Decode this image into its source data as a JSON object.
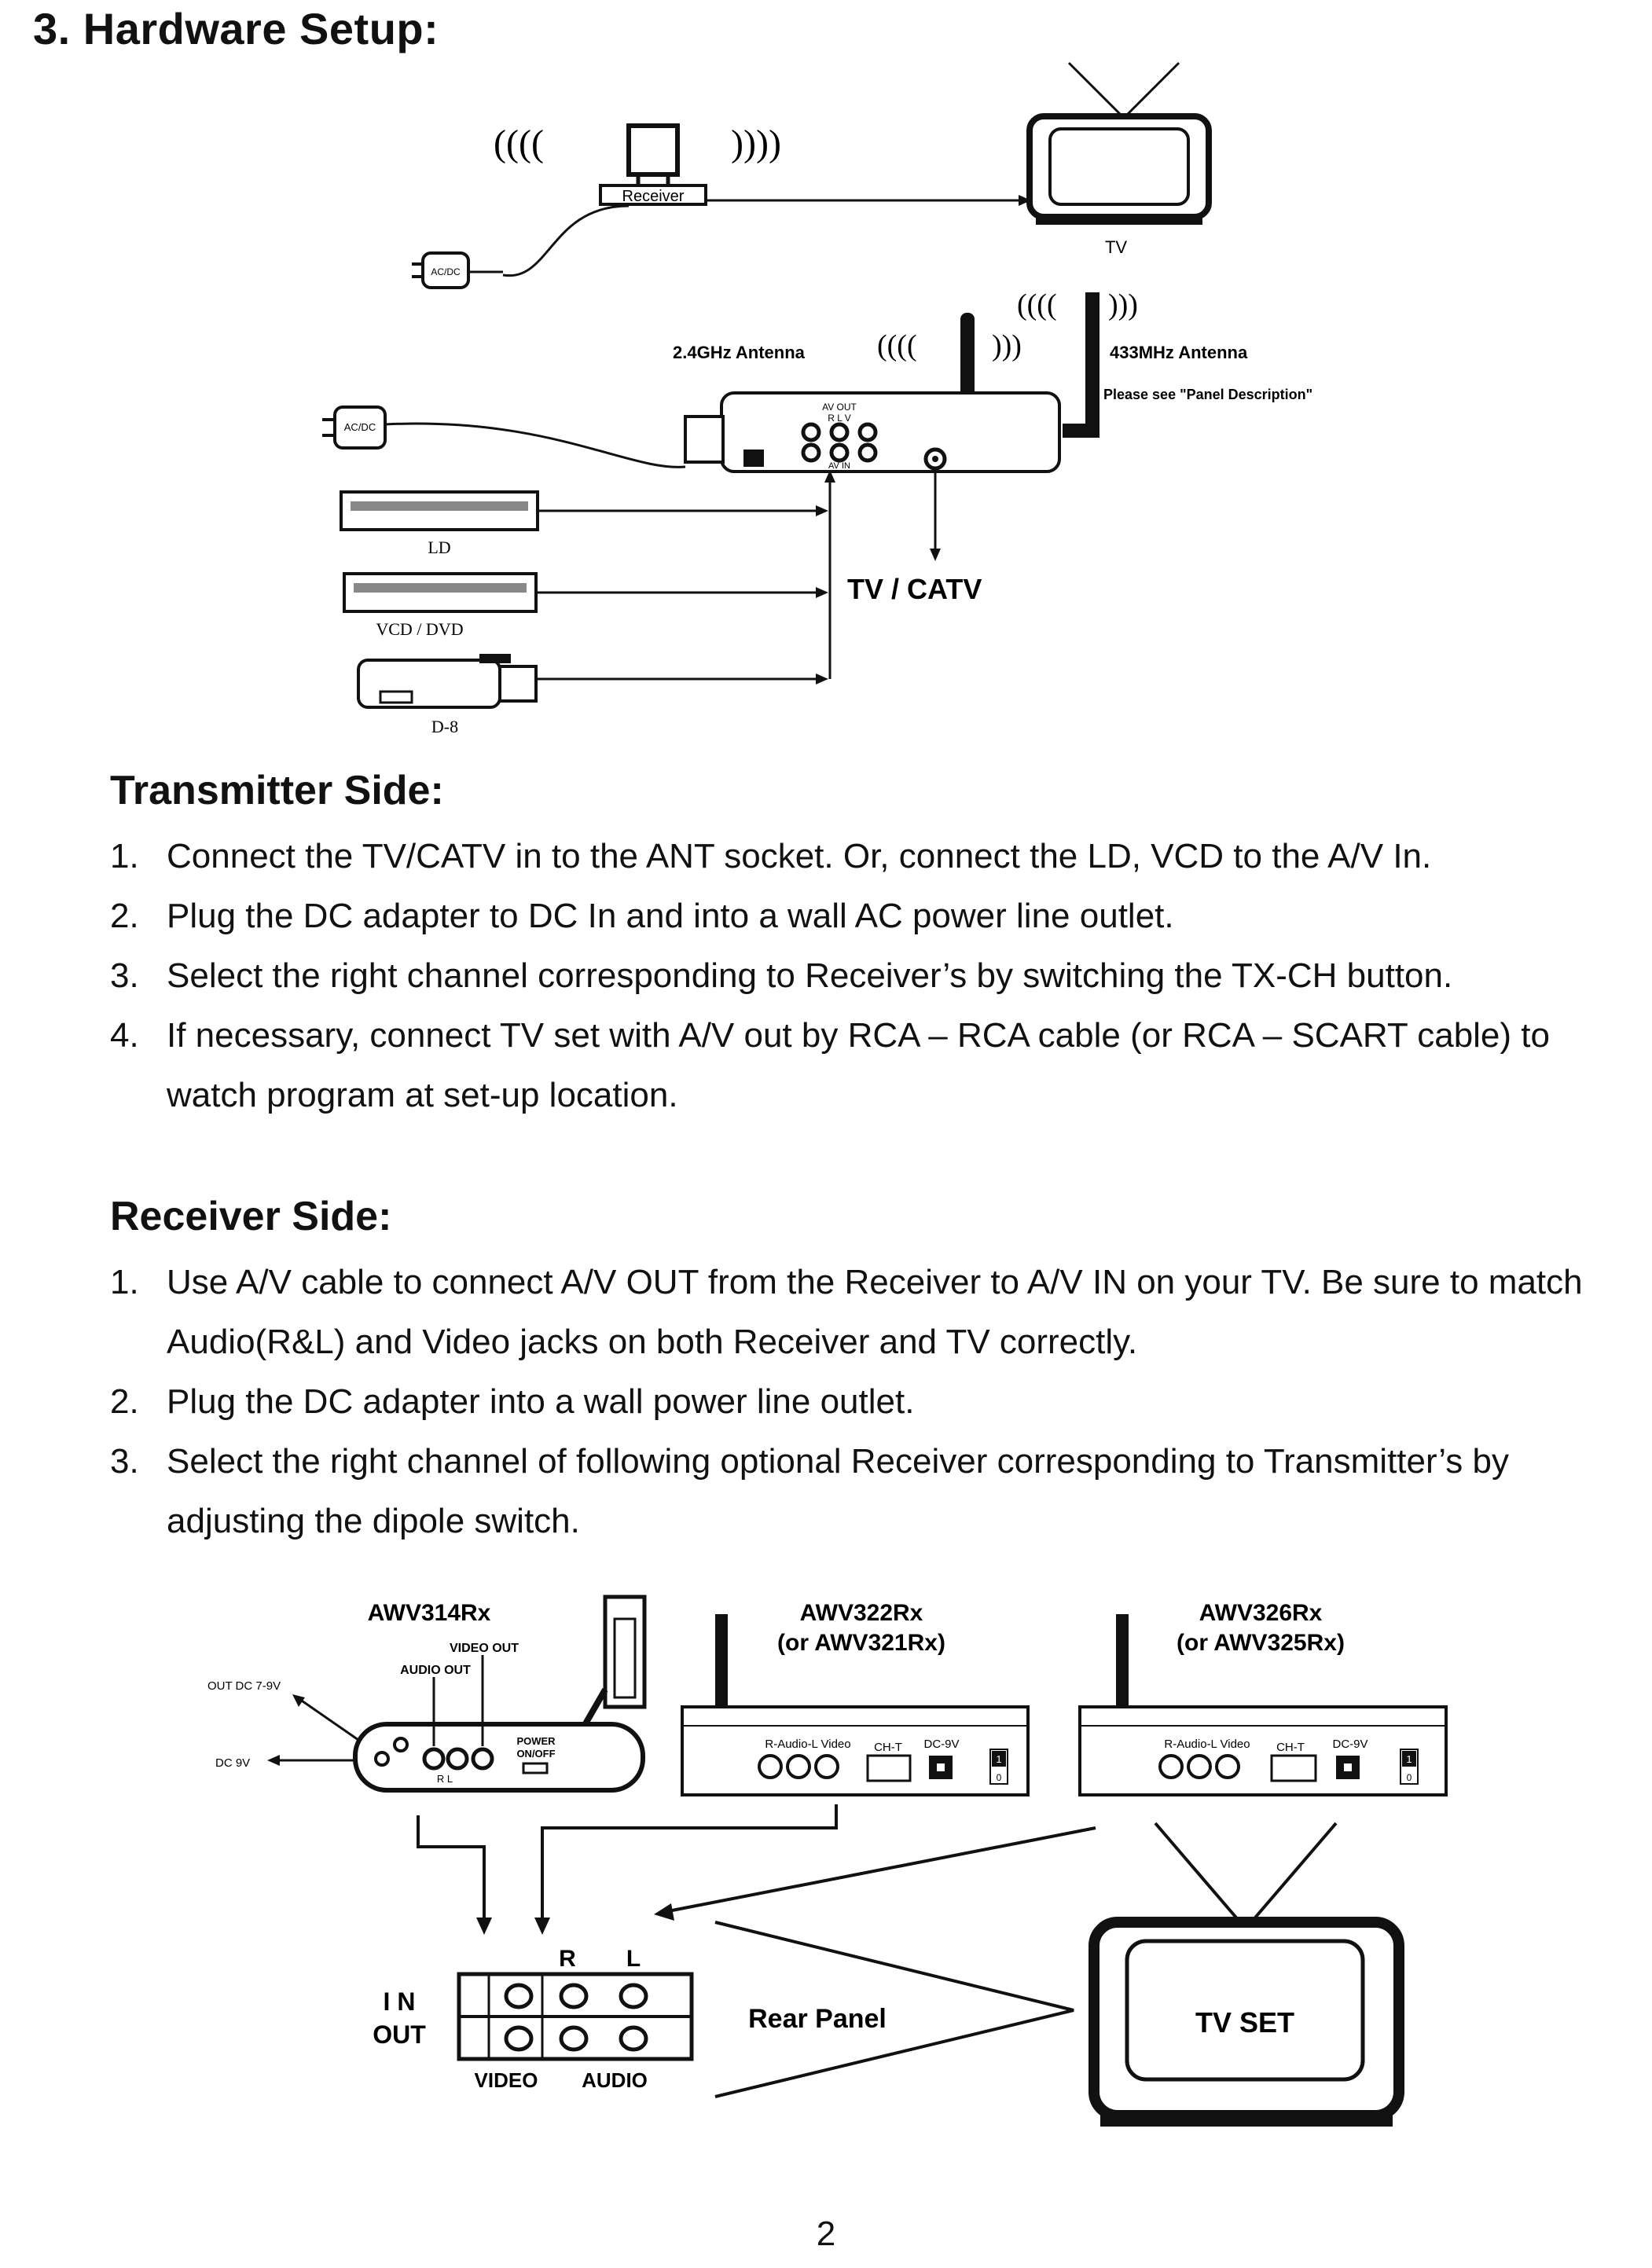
{
  "section_title": "3. Hardware Setup:",
  "figure1": {
    "receiver_label": "Receiver",
    "signal_left": "((((",
    "signal_right": "))))",
    "tv_label": "TV",
    "acdc_top": "AC/DC",
    "acdc_mid": "AC/DC",
    "antenna_24_label": "2.4GHz Antenna",
    "antenna_433_label": "433MHz Antenna",
    "panel_note": "Please see \"Panel Description\"",
    "sig24_left": "((((",
    "sig24_right": ")))",
    "sig433_left": "((((",
    "sig433_right": ")))",
    "av_out_label": "AV OUT",
    "rlv_label": "R  L  V",
    "av_in_label": "AV IN",
    "tv_catv_label": "TV / CATV",
    "ld_label": "LD",
    "vcd_label": "VCD / DVD",
    "d8_label": "D-8"
  },
  "transmitter": {
    "title": "Transmitter Side:",
    "steps": [
      {
        "num": "1.",
        "text": "Connect the TV/CATV in to the ANT socket. Or, connect the LD, VCD to the A/V In."
      },
      {
        "num": "2.",
        "text": "Plug the DC adapter to DC In and into a wall AC power line outlet."
      },
      {
        "num": "3.",
        "text": "Select the right channel corresponding to Receiver’s by switching the TX-CH button."
      },
      {
        "num": "4.",
        "text": "If necessary, connect TV set with A/V out by RCA – RCA cable (or RCA – SCART cable) to watch program at set-up location."
      }
    ]
  },
  "receiver": {
    "title": "Receiver Side:",
    "steps": [
      {
        "num": "1.",
        "text": "Use A/V cable to connect A/V OUT from the Receiver to A/V IN on your TV. Be sure to match Audio(R&L) and Video jacks on both Receiver and TV correctly."
      },
      {
        "num": "2.",
        "text": "Plug the DC adapter into a wall power line outlet."
      },
      {
        "num": "3.",
        "text": "Select the right channel  of following optional Receiver corresponding to Transmitter’s by adjusting the dipole switch."
      }
    ]
  },
  "figure2": {
    "awv314": "AWV314Rx",
    "video_out": "VIDEO  OUT",
    "audio_out": "AUDIO OUT",
    "out_dc": "OUT DC 7-9V",
    "dc9v": "DC 9V",
    "power_onoff_1": "POWER",
    "power_onoff_2": "ON/OFF",
    "rl_small": "R   L",
    "awv322": "AWV322Rx",
    "awv321": "(or AWV321Rx)",
    "awv326": "AWV326Rx",
    "awv325": "(or AWV325Rx)",
    "panel_labels": "R-Audio-L  Video",
    "cht": "CH-T",
    "dc9v_panel": "DC-9V",
    "switch_1": "1",
    "switch_0": "0",
    "r": "R",
    "l": "L",
    "in": "I N",
    "out": "OUT",
    "video": "VIDEO",
    "audio": "AUDIO",
    "rear_panel": "Rear Panel",
    "tv_set": "TV SET"
  },
  "page_number": "2"
}
